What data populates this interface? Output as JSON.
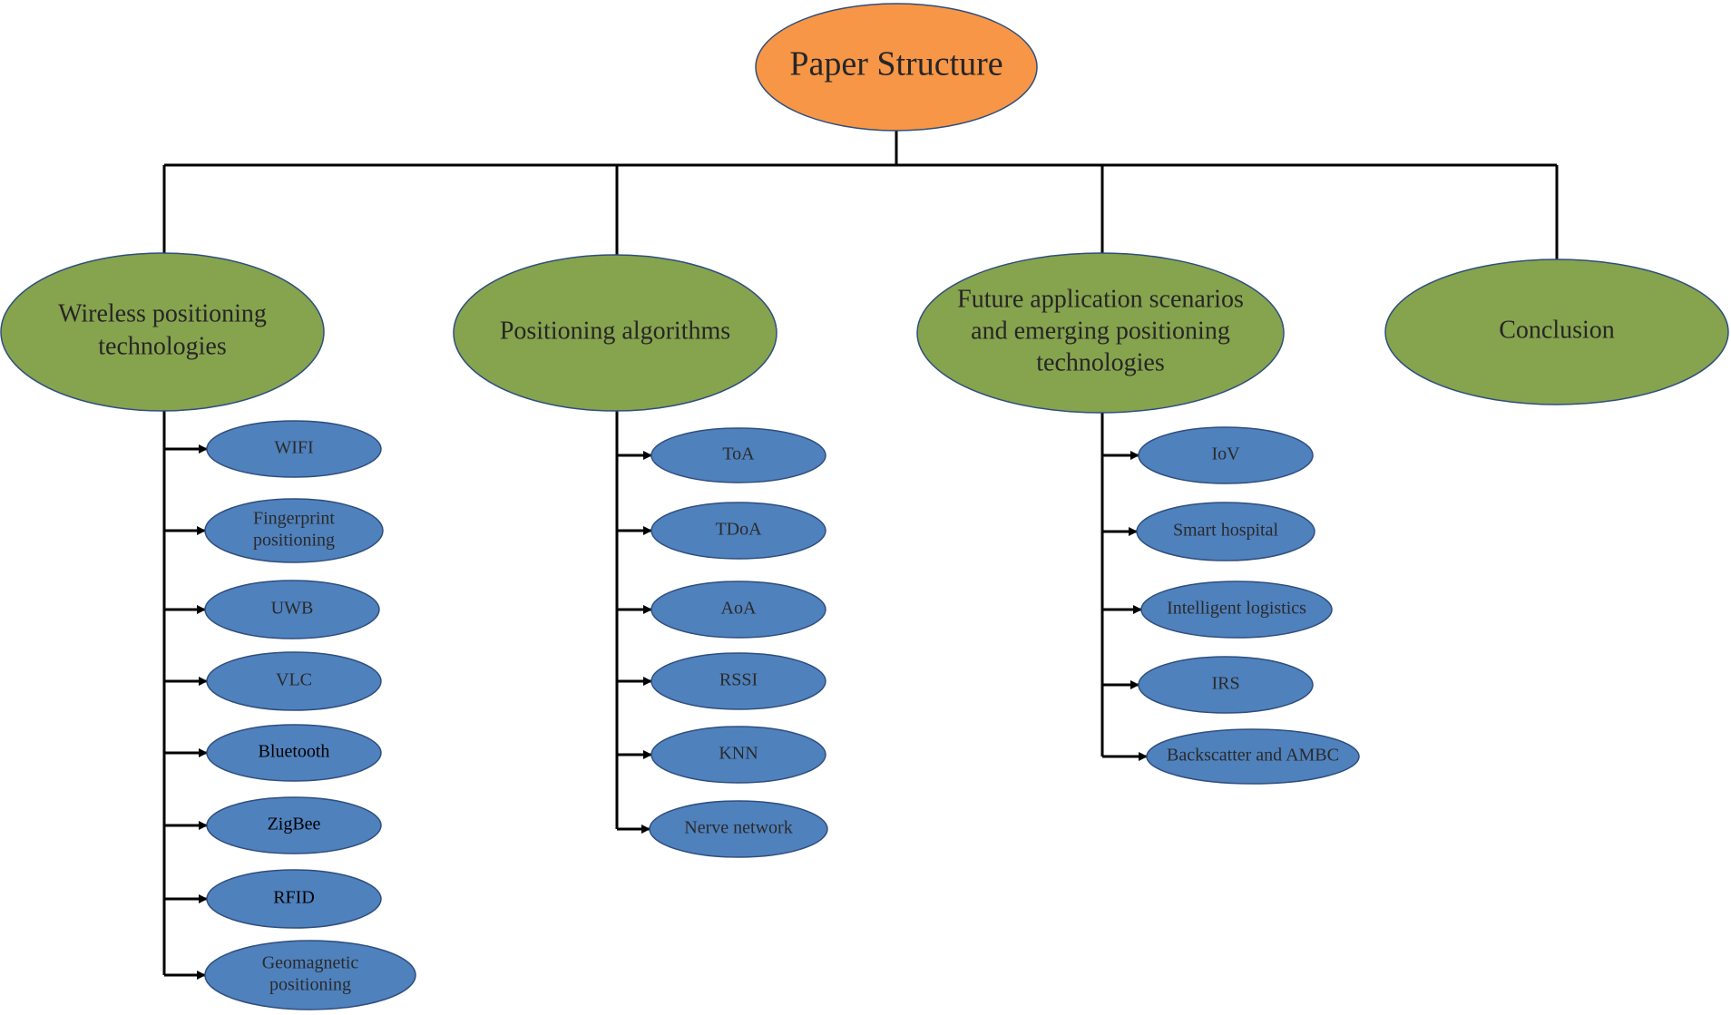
{
  "root": {
    "label": "Paper Structure",
    "color": "#F79646"
  },
  "colors": {
    "category": "#86A34E",
    "leaf": "#4F81BD",
    "line": "#000000"
  },
  "categories": [
    {
      "label_lines": [
        "Wireless positioning",
        "technologies"
      ],
      "children": [
        {
          "lines": [
            "WIFI"
          ]
        },
        {
          "lines": [
            "Fingerprint",
            "positioning"
          ]
        },
        {
          "lines": [
            "UWB"
          ]
        },
        {
          "lines": [
            "VLC"
          ]
        },
        {
          "lines": [
            "Bluetooth"
          ],
          "dark": true
        },
        {
          "lines": [
            "ZigBee"
          ],
          "dark": true
        },
        {
          "lines": [
            "RFID"
          ],
          "dark": true
        },
        {
          "lines": [
            "Geomagnetic",
            "positioning"
          ]
        }
      ]
    },
    {
      "label_lines": [
        "Positioning algorithms"
      ],
      "children": [
        {
          "lines": [
            "ToA"
          ]
        },
        {
          "lines": [
            "TDoA"
          ]
        },
        {
          "lines": [
            "AoA"
          ]
        },
        {
          "lines": [
            "RSSI"
          ]
        },
        {
          "lines": [
            "KNN"
          ]
        },
        {
          "lines": [
            "Nerve network"
          ]
        }
      ]
    },
    {
      "label_lines": [
        "Future application scenarios",
        "and emerging positioning",
        "technologies"
      ],
      "children": [
        {
          "lines": [
            "IoV"
          ]
        },
        {
          "lines": [
            "Smart hospital"
          ]
        },
        {
          "lines": [
            "Intelligent logistics"
          ]
        },
        {
          "lines": [
            "IRS"
          ]
        },
        {
          "lines": [
            "Backscatter and AMBC"
          ]
        }
      ]
    },
    {
      "label_lines": [
        "Conclusion"
      ],
      "children": []
    }
  ]
}
